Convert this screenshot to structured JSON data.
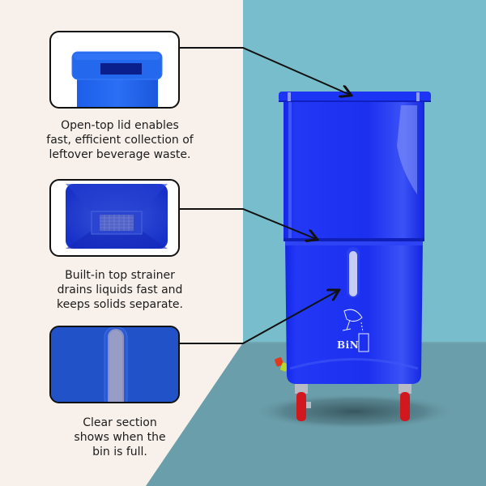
{
  "colors": {
    "background_cream": "#f8f0eb",
    "wall_teal": "#78bdcb",
    "floor_teal": "#6a9eaa",
    "bin_blue": "#1a2ff0",
    "wheel_red": "#d0181e",
    "text_dark": "#1c1c1c",
    "callout_border": "#111111"
  },
  "callouts": [
    {
      "id": "open-top-lid",
      "image": "lid-closeup",
      "caption_lines": [
        "Open-top lid enables",
        "fast, efficient collection of",
        "leftover beverage waste."
      ]
    },
    {
      "id": "top-strainer",
      "image": "strainer-topdown",
      "caption_lines": [
        "Built-in top strainer",
        "drains liquids fast and",
        "keeps solids separate."
      ]
    },
    {
      "id": "clear-section",
      "image": "clear-window-closeup",
      "caption_lines": [
        "Clear section",
        "shows when the",
        "bin is full."
      ]
    }
  ],
  "product": {
    "name": "blue beverage waste bin on red caster wheels",
    "logo_text": "BiN",
    "logo_icon": "cocktail-glass-pouring-into-cup-icon"
  }
}
